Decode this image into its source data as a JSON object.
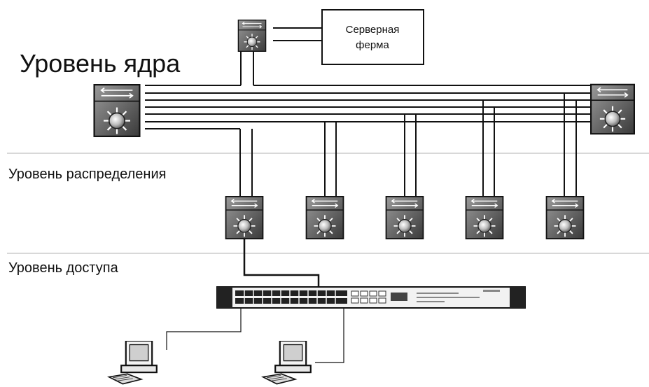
{
  "layers": {
    "core": "Уровень ядра",
    "distribution": "Уровень распределения",
    "access": "Уровень доступа"
  },
  "server_farm": {
    "line1": "Серверная",
    "line2": "ферма"
  }
}
